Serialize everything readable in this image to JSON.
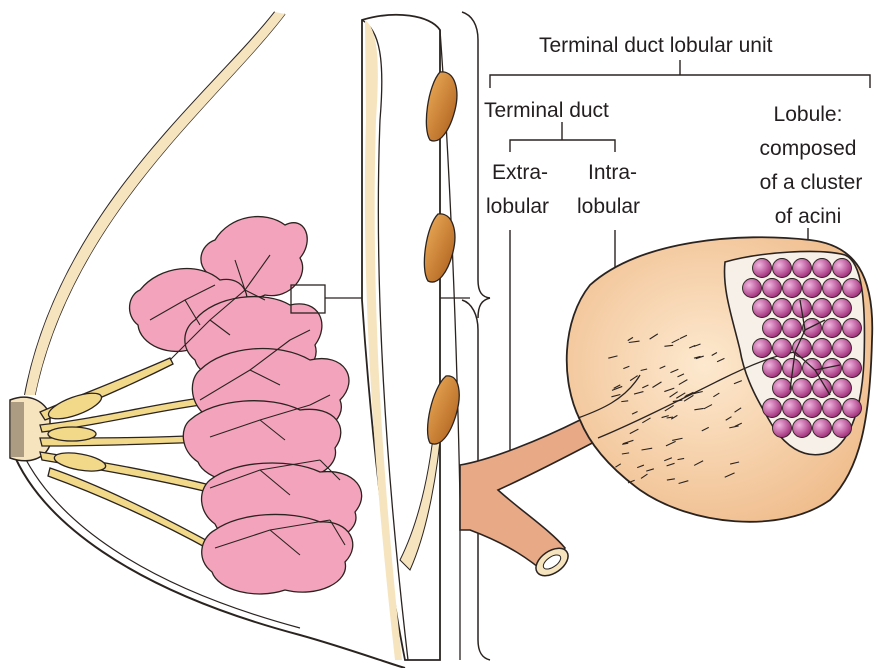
{
  "labels": {
    "tdlu": "Terminal duct lobular unit",
    "terminal_duct": "Terminal duct",
    "extra_line1": "Extra-",
    "extra_line2": "lobular",
    "intra_line1": "Intra-",
    "intra_line2": "lobular",
    "lobule_line1": "Lobule:",
    "lobule_line2": "composed",
    "lobule_line3": "of a cluster",
    "lobule_line4": "of acini"
  },
  "colors": {
    "outline": "#2a2320",
    "skin": "#f6e4bf",
    "lobule_pink": "#f4a3bd",
    "duct_yellow": "#f2d98a",
    "fat_brown": "#c97a2c",
    "tdlu_peach": "#f3c9a0",
    "acini_purple": "#b0367f",
    "vessel": "#e8a987"
  }
}
